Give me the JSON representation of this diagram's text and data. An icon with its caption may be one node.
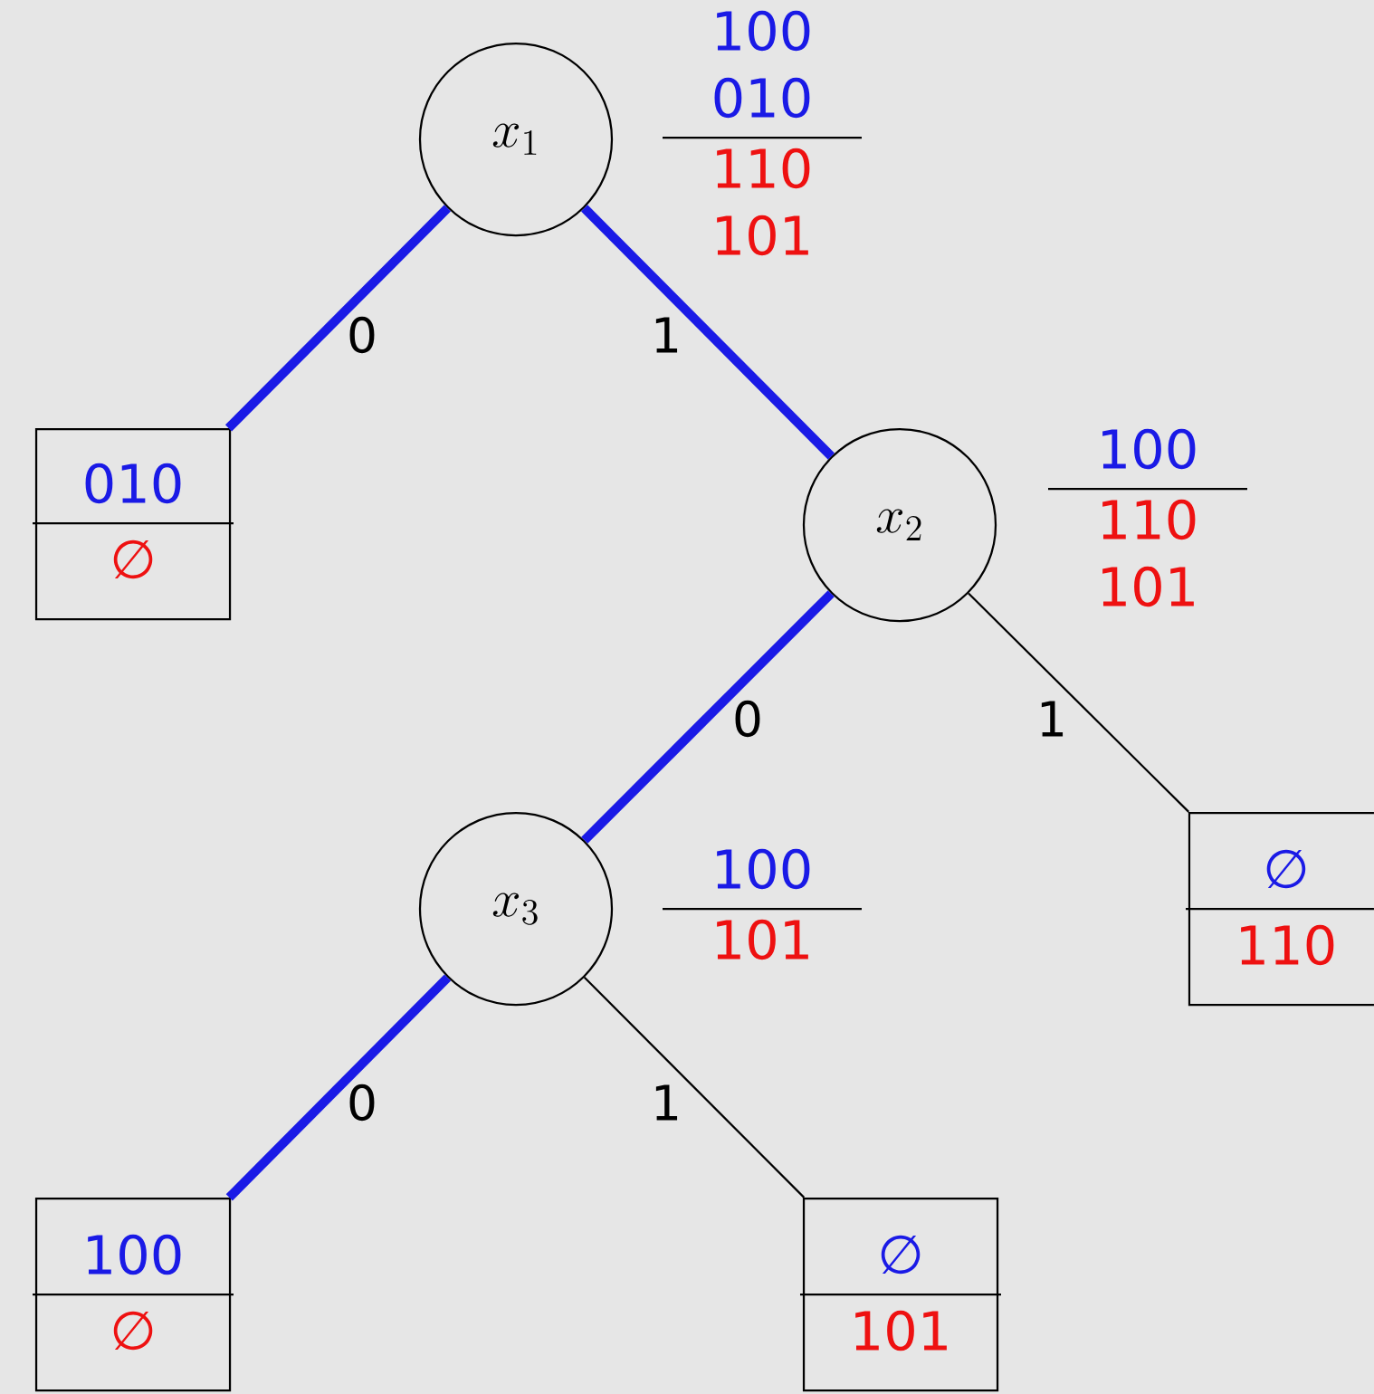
{
  "diagram": {
    "nodes": [
      {
        "text": [
          "x_1"
        ],
        "beside": [
          "100",
          "010",
          "110",
          "101"
        ]
      },
      {
        "text": [
          "010",
          "∅"
        ]
      },
      {
        "text": [
          "x_2"
        ],
        "beside": [
          "100",
          "110",
          "101"
        ]
      },
      {
        "text": [
          "x_3"
        ],
        "beside": [
          "100",
          "101"
        ]
      },
      {
        "text": [
          "∅",
          "110"
        ]
      },
      {
        "text": [
          "100",
          "∅"
        ]
      },
      {
        "text": [
          "∅",
          "101"
        ]
      }
    ],
    "edges": [
      {
        "from": 0,
        "to": 1,
        "arrow": "none",
        "label": "0"
      },
      {
        "from": 0,
        "to": 2,
        "arrow": "none",
        "label": "1"
      },
      {
        "from": 2,
        "to": 3,
        "arrow": "none",
        "label": "0"
      },
      {
        "from": 2,
        "to": 4,
        "arrow": "none",
        "label": "1",
        "color": "#000000"
      },
      {
        "from": 3,
        "to": 5,
        "arrow": "none",
        "label": "0"
      },
      {
        "from": 3,
        "to": 6,
        "arrow": "none",
        "label": "1",
        "color": "#000000"
      }
    ]
  }
}
